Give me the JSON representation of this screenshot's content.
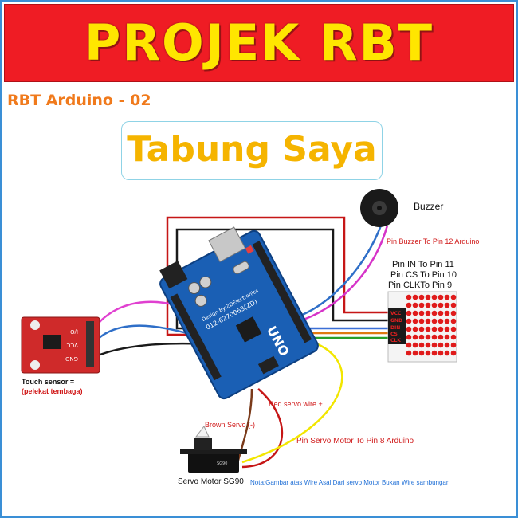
{
  "banner": {
    "title": "PROJEK RBT"
  },
  "subtitle": "RBT Arduino - 02",
  "main_title": "Tabung Saya",
  "buzzer": {
    "label": "Buzzer",
    "pin_note": "Pin Buzzer To Pin 12 Arduino"
  },
  "matrix": {
    "pins_note": [
      "Pin IN To Pin 11",
      "Pin CS To Pin 10",
      "Pin CLKTo Pin 9"
    ],
    "pin_labels": [
      "VCC",
      "GND",
      "DIN",
      "CS",
      "CLK"
    ]
  },
  "touch": {
    "label": "Touch sensor =",
    "note": "(pelekat tembaga)",
    "pin_labels": [
      "I/O",
      "VCC",
      "GND"
    ]
  },
  "arduino": {
    "brand": "UNO",
    "design": "Design By:ZDElectronics",
    "phone": "012-6270063(ZD)"
  },
  "servo": {
    "label": "Servo Motor SG90",
    "brown_note": "Brown Servo (-)",
    "red_note": "Red servo wire +",
    "pin_note": "Pin Servo Motor To Pin 8 Arduino",
    "body_text": "SG90"
  },
  "note": "Nota:Gambar atas Wire Asal Dari servo Motor Bukan Wire sambungan",
  "colors": {
    "banner_bg": "#ef1c24",
    "banner_text": "#ffe600",
    "subtitle": "#f07a1c",
    "title": "#f5b400",
    "board": "#1a5fb4"
  }
}
